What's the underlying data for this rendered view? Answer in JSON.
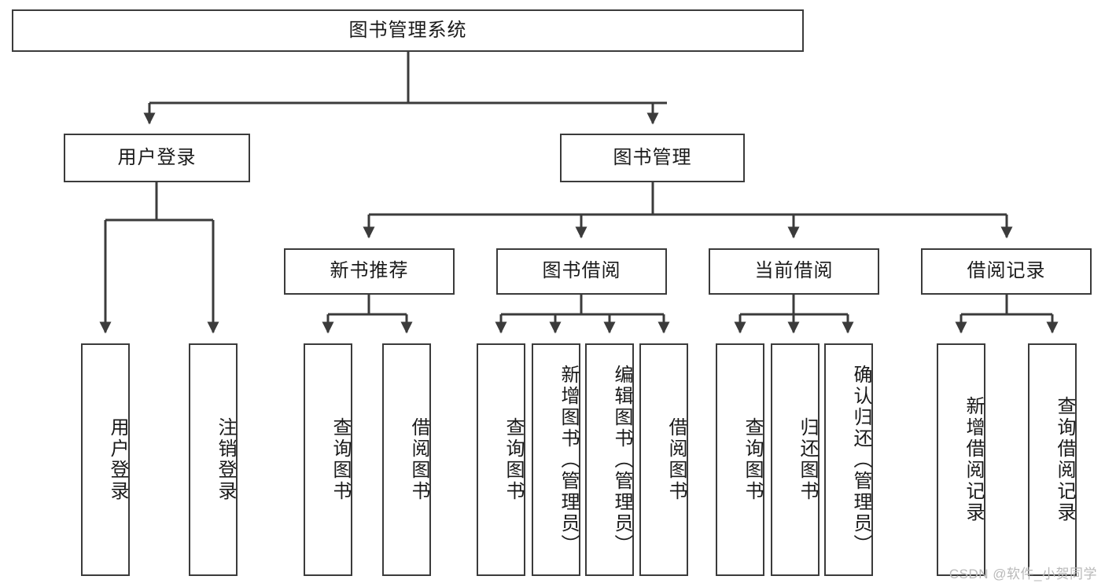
{
  "diagram": {
    "title": "图书管理系统",
    "type": "tree-hierarchy-diagram",
    "colors": {
      "box_border": "#3b3b3b",
      "box_fill": "#ffffff",
      "edge": "#3b3b3b",
      "text": "#1a1a1a",
      "watermark": "#b9b9b9"
    },
    "root": {
      "label": "图书管理系统"
    },
    "level2": [
      {
        "label": "用户登录"
      },
      {
        "label": "图书管理"
      }
    ],
    "level3": [
      {
        "label": "新书推荐"
      },
      {
        "label": "图书借阅"
      },
      {
        "label": "当前借阅"
      },
      {
        "label": "借阅记录"
      }
    ],
    "leaves": {
      "user_login": [
        {
          "label": "用户登录"
        },
        {
          "label": "注销登录"
        }
      ],
      "new_book_recommend": [
        {
          "label": "查询图书"
        },
        {
          "label": "借阅图书"
        }
      ],
      "book_borrow": [
        {
          "label": "查询图书"
        },
        {
          "label": "新增图书（管理员）"
        },
        {
          "label": "编辑图书（管理员）"
        },
        {
          "label": "借阅图书"
        }
      ],
      "current_borrow": [
        {
          "label": "查询图书"
        },
        {
          "label": "归还图书"
        },
        {
          "label": "确认归还（管理员）"
        }
      ],
      "borrow_record": [
        {
          "label": "新增借阅记录"
        },
        {
          "label": "查询借阅记录"
        }
      ]
    }
  },
  "watermark": {
    "text": "CSDN @软件_小贺同学"
  }
}
